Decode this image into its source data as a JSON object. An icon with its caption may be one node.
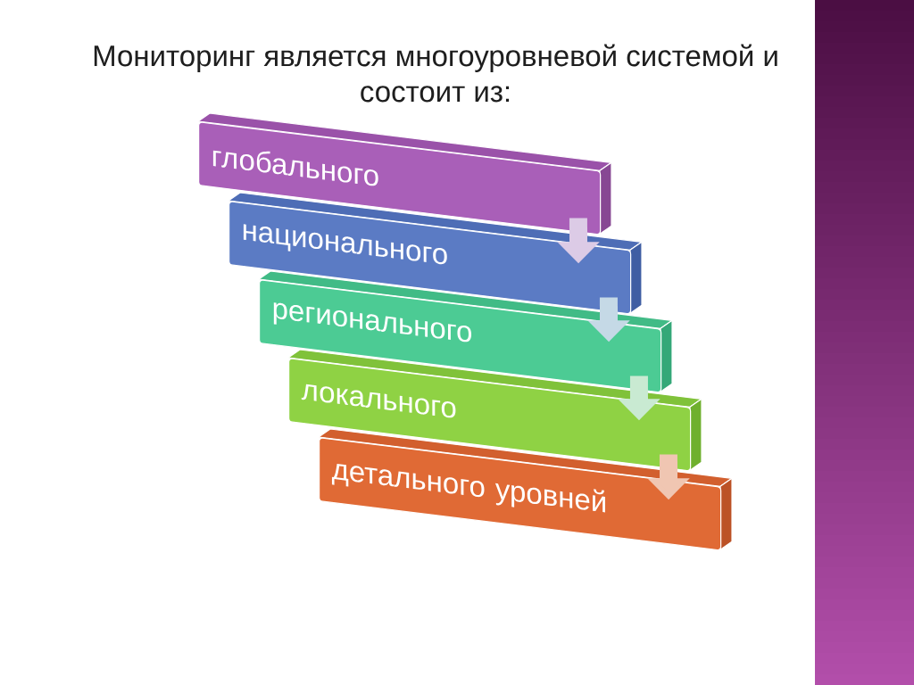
{
  "diagram": {
    "title": "Мониторинг является многоуровневой системой и состоит из:",
    "nodes": [
      {
        "text": [
          "глобального"
        ]
      },
      {
        "text": [
          "национального"
        ]
      },
      {
        "text": [
          "регионального"
        ]
      },
      {
        "text": [
          "локального"
        ]
      },
      {
        "text": [
          "детального уровней"
        ]
      }
    ],
    "edges": [
      {
        "from": 0,
        "to": 1,
        "arrow": "to",
        "color": "#dccbe6"
      },
      {
        "from": 1,
        "to": 2,
        "arrow": "to",
        "color": "#c5d9e6"
      },
      {
        "from": 2,
        "to": 3,
        "arrow": "to",
        "color": "#c9ead2"
      },
      {
        "from": 3,
        "to": 4,
        "arrow": "to",
        "color": "#f0c6b2"
      }
    ]
  }
}
